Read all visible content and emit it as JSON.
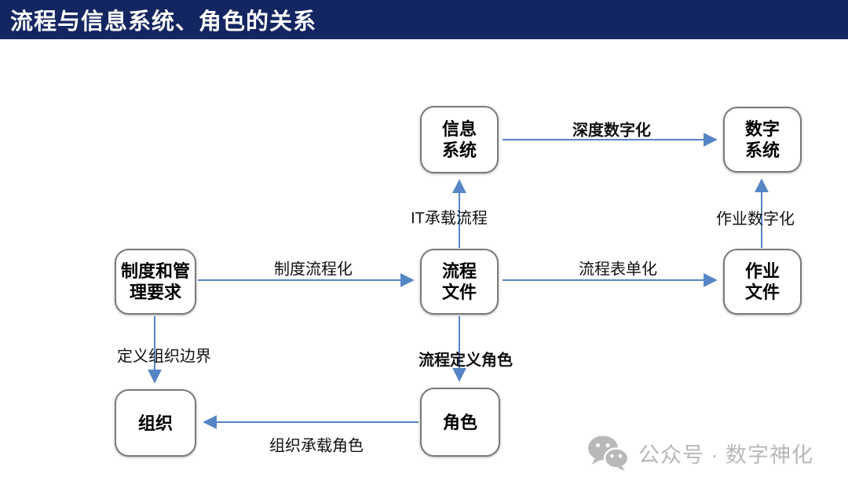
{
  "header": {
    "title": "流程与信息系统、角色的关系"
  },
  "diagram": {
    "nodes": [
      {
        "id": "info-system",
        "lines": [
          "信息",
          "系统"
        ]
      },
      {
        "id": "digital-system",
        "lines": [
          "数字",
          "系统"
        ]
      },
      {
        "id": "policy-requirements",
        "lines": [
          "制度和管",
          "理要求"
        ]
      },
      {
        "id": "process-document",
        "lines": [
          "流程",
          "文件"
        ]
      },
      {
        "id": "work-document",
        "lines": [
          "作业",
          "文件"
        ]
      },
      {
        "id": "organization",
        "lines": [
          "组织"
        ]
      },
      {
        "id": "role",
        "lines": [
          "角色"
        ]
      }
    ],
    "edges": [
      {
        "id": "deep-digitalization",
        "label": "深度数字化",
        "from": "info-system",
        "to": "digital-system",
        "emphasis": true
      },
      {
        "id": "it-carries-process",
        "label": "IT承载流程",
        "from": "process-document",
        "to": "info-system",
        "emphasis": false
      },
      {
        "id": "policy-to-process",
        "label": "制度流程化",
        "from": "policy-requirements",
        "to": "process-document",
        "emphasis": false
      },
      {
        "id": "process-to-form",
        "label": "流程表单化",
        "from": "process-document",
        "to": "work-document",
        "emphasis": false
      },
      {
        "id": "work-digitalization",
        "label": "作业数字化",
        "from": "work-document",
        "to": "digital-system",
        "emphasis": false
      },
      {
        "id": "define-org-boundary",
        "label": "定义组织边界",
        "from": "policy-requirements",
        "to": "organization",
        "emphasis": false
      },
      {
        "id": "process-defines-role",
        "label": "流程定义角色",
        "from": "process-document",
        "to": "role",
        "emphasis": true
      },
      {
        "id": "org-carries-role",
        "label": "组织承载角色",
        "from": "role",
        "to": "organization",
        "emphasis": false
      }
    ]
  },
  "watermark": {
    "icon": "wechat-icon",
    "text": "公众号 · 数字神化"
  },
  "colors": {
    "header_bg": "#142661",
    "header_text": "#ffffff",
    "arrow": "#5585c5",
    "node_border": "#7a7a7a",
    "node_text": "#000000",
    "label_text": "#111111",
    "watermark_text": "#b8b8b8"
  }
}
